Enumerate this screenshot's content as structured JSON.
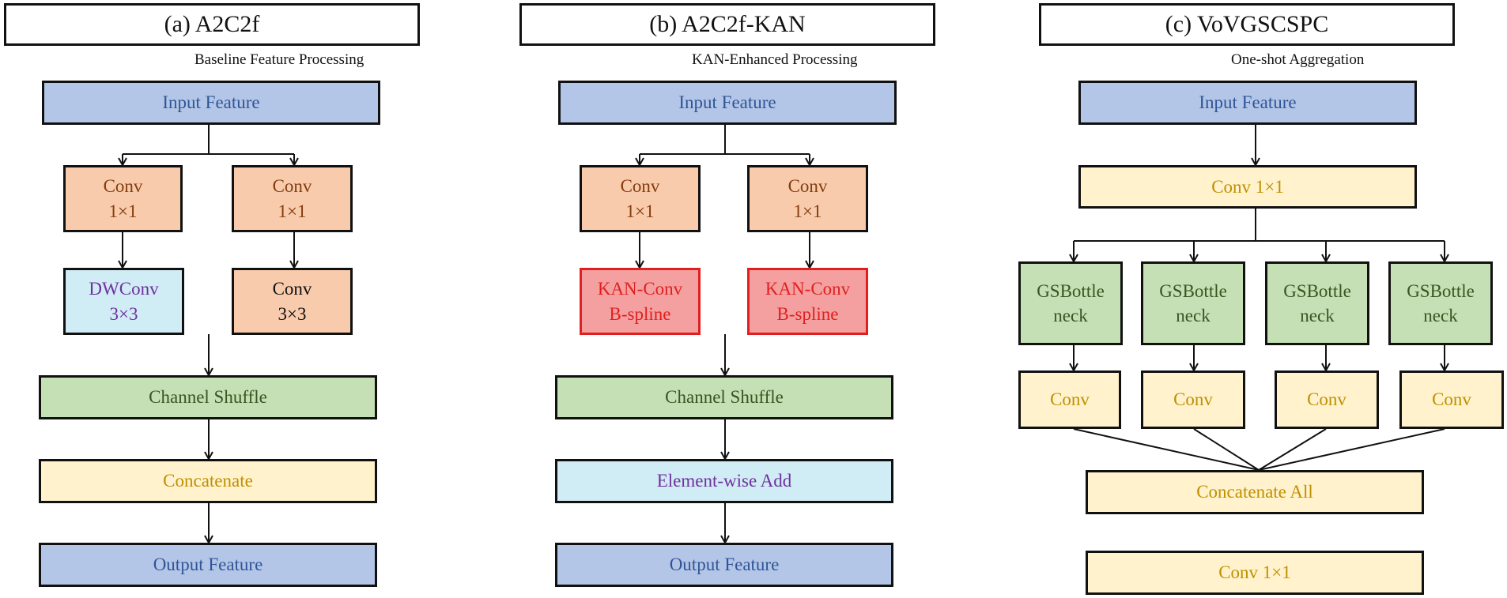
{
  "panels": [
    {
      "title": "(a) A2C2f",
      "subtitle": "Baseline Feature Processing",
      "input": "Input Feature",
      "branches": [
        {
          "conv": [
            "Conv",
            "1×1"
          ],
          "second": [
            "DWConv",
            "3×3"
          ]
        },
        {
          "conv": [
            "Conv",
            "1×1"
          ],
          "second": [
            "Conv",
            "3×3"
          ]
        }
      ],
      "shuffle": "Channel Shuffle",
      "merge": "Concatenate",
      "output": "Output Feature"
    },
    {
      "title": "(b) A2C2f-KAN",
      "subtitle": "KAN-Enhanced Processing",
      "input": "Input Feature",
      "branches": [
        {
          "conv": [
            "Conv",
            "1×1"
          ],
          "second": [
            "KAN-Conv",
            "B-spline"
          ]
        },
        {
          "conv": [
            "Conv",
            "1×1"
          ],
          "second": [
            "KAN-Conv",
            "B-spline"
          ]
        }
      ],
      "shuffle": "Channel Shuffle",
      "merge": "Element-wise Add",
      "output": "Output Feature"
    },
    {
      "title": "(c) VoVGSCSPC",
      "subtitle": "One-shot Aggregation",
      "input": "Input Feature",
      "conv_in": "Conv 1×1",
      "bottlenecks": [
        {
          "label": [
            "GSBottle",
            "neck"
          ],
          "conv": "Conv"
        },
        {
          "label": [
            "GSBottle",
            "neck"
          ],
          "conv": "Conv"
        },
        {
          "label": [
            "GSBottle",
            "neck"
          ],
          "conv": "Conv"
        },
        {
          "label": [
            "GSBottle",
            "neck"
          ],
          "conv": "Conv"
        }
      ],
      "concat": "Concatenate All",
      "conv_out": "Conv 1×1"
    }
  ],
  "colors": {
    "input_output": "#b4c6e7",
    "conv": "#f8cbad",
    "shuffle_bottleneck": "#c5e0b4",
    "concat_conv": "#fff2cc",
    "dwconv_add": "#d0ecf4",
    "kan_conv": "#f4a0a0"
  }
}
